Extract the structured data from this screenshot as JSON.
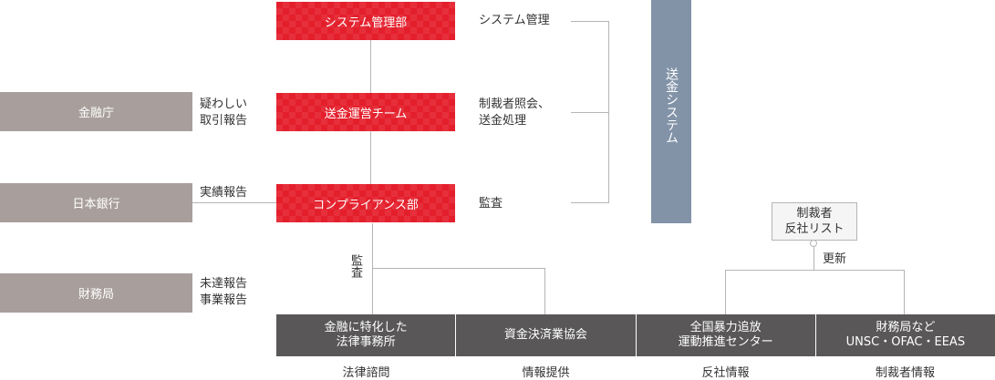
{
  "departments": {
    "system_mgmt": "システム管理部",
    "remittance_ops": "送金運営チーム",
    "compliance": "コンプライアンス部"
  },
  "department_roles": {
    "system_mgmt": "システム管理",
    "remittance_ops_line1": "制裁者照会、",
    "remittance_ops_line2": "送金処理",
    "compliance": "監査"
  },
  "system": {
    "label": "送金システム"
  },
  "authorities": {
    "fsa": "金融庁",
    "boj": "日本銀行",
    "mof": "財務局"
  },
  "reports": {
    "fsa_line1": "疑わしい",
    "fsa_line2": "取引報告",
    "boj": "実績報告",
    "mof_line1": "未達報告",
    "mof_line2": "事業報告"
  },
  "audit_label_vertical": "監査",
  "update_label": "更新",
  "sanction_list": {
    "line1": "制裁者",
    "line2": "反社リスト"
  },
  "partners": [
    {
      "line1": "金融に特化した",
      "line2": "法律事務所",
      "caption": "法律諮問"
    },
    {
      "line1": "資金決済業協会",
      "line2": "",
      "caption": "情報提供"
    },
    {
      "line1": "全国暴力追放",
      "line2": "運動推進センター",
      "caption": "反社情報"
    },
    {
      "line1": "財務局など",
      "line2": "UNSC・OFAC・EEAS",
      "caption": "制裁者情報"
    }
  ],
  "colors": {
    "department_red": "#e41f2c",
    "authority_gray": "#a89f9c",
    "system_blue": "#8293a8",
    "partner_dark": "#595757",
    "connector": "#b5b5b5"
  }
}
